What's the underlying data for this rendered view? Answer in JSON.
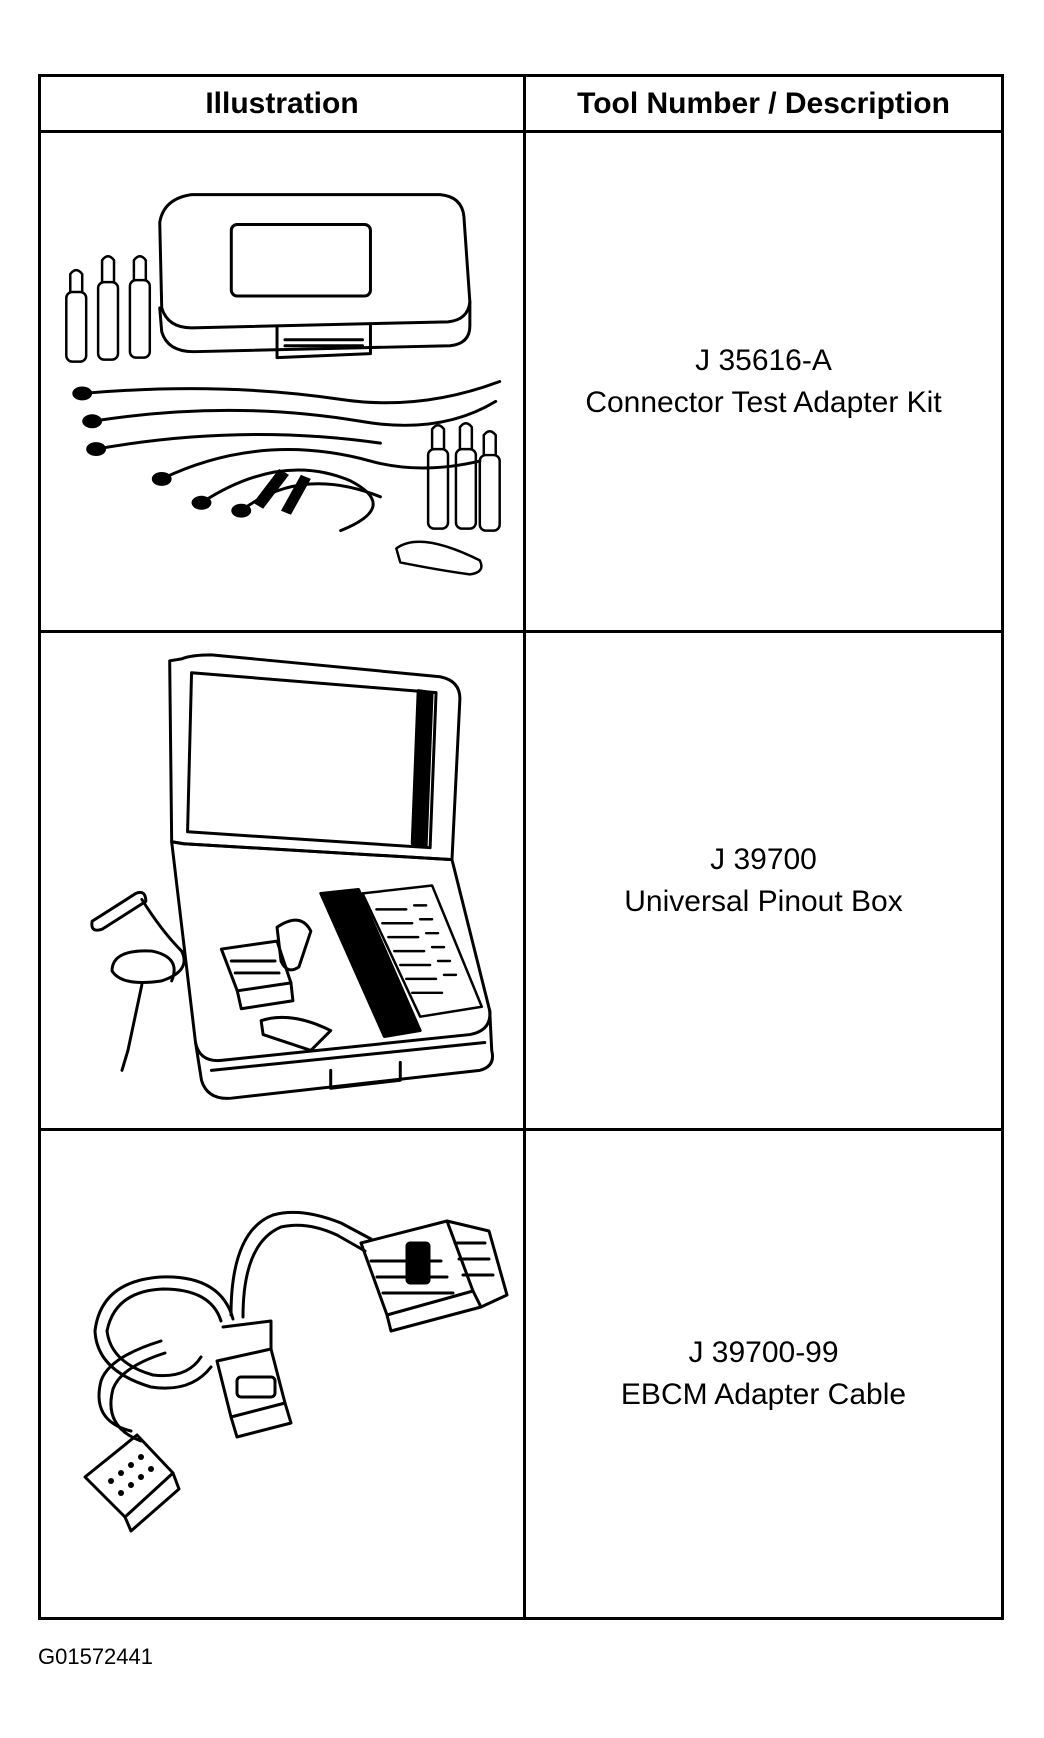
{
  "table": {
    "header": {
      "illustration": "Illustration",
      "tool": "Tool Number / Description"
    },
    "rows": [
      {
        "tool_number": "J 35616-A",
        "description": "Connector Test Adapter Kit",
        "illustration_icon": "connector-test-adapter-kit-illustration"
      },
      {
        "tool_number": "J 39700",
        "description": "Universal Pinout Box",
        "illustration_icon": "universal-pinout-box-illustration"
      },
      {
        "tool_number": "J 39700-99",
        "description": "EBCM Adapter Cable",
        "illustration_icon": "ebcm-adapter-cable-illustration"
      }
    ]
  },
  "figure_id": "G01572441"
}
